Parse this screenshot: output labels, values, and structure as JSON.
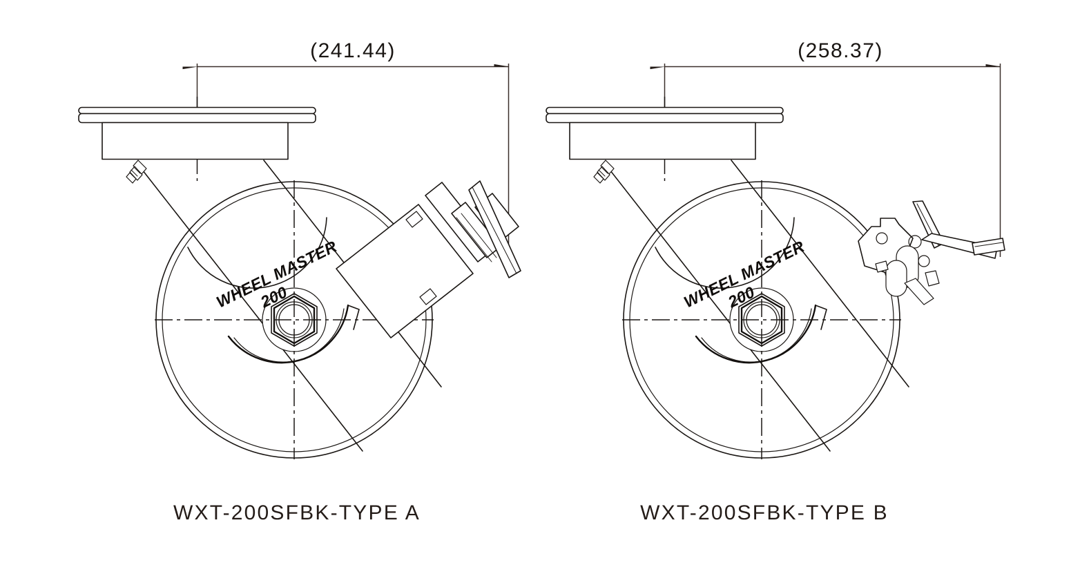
{
  "drawing": {
    "background_color": "#ffffff",
    "line_color": "#1a1613",
    "views": [
      {
        "id": "type-a",
        "caption": "WXT-200SFBK-TYPE A",
        "dimension": {
          "label": "(241.44)",
          "value": 241.44,
          "unit": "mm",
          "kind": "overall-width-reference"
        },
        "wheel_brand_line1": "WHEEL MASTER",
        "wheel_brand_line2": "200",
        "brake_type": "screw-type T-handle brake"
      },
      {
        "id": "type-b",
        "caption": "WXT-200SFBK-TYPE B",
        "dimension": {
          "label": "(258.37)",
          "value": 258.37,
          "unit": "mm",
          "kind": "overall-width-reference"
        },
        "wheel_brand_line1": "WHEEL MASTER",
        "wheel_brand_line2": "200",
        "brake_type": "lever / cam pedal brake"
      }
    ]
  }
}
